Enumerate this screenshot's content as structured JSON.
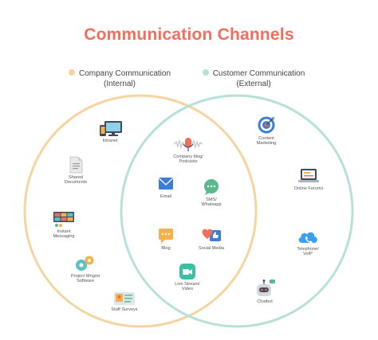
{
  "title": "Communication Channels",
  "colors": {
    "title": "#ef6f5c",
    "internal": "#f6d4a0",
    "external": "#b6e1d8"
  },
  "legend": {
    "internal": {
      "label": "Company Communication",
      "sublabel": "(Internal)"
    },
    "external": {
      "label": "Customer Communication",
      "sublabel": "(External)"
    }
  },
  "nodes": {
    "intranet": {
      "line1": "Intranet",
      "icon": "monitor-phone-icon"
    },
    "shared_documents": {
      "line1": "Shared",
      "line2": "Documents",
      "icon": "document-icon"
    },
    "instant_messaging": {
      "line1": "Instant",
      "line2": "Messaging",
      "icon": "chat-grid-icon"
    },
    "project_mgmt": {
      "line1": "Project Mngmt",
      "line2": "Software",
      "icon": "gears-icon"
    },
    "staff_surveys": {
      "line1": "Staff Surveys",
      "icon": "checklist-icon"
    },
    "company_blog": {
      "line1": "Company blog/",
      "line2": "Podcasts",
      "icon": "microphone-icon"
    },
    "email": {
      "line1": "Email",
      "icon": "envelope-icon"
    },
    "sms": {
      "line1": "SMS/",
      "line2": "Whatsapp",
      "icon": "speech-bubble-icon"
    },
    "blog": {
      "line1": "Blog",
      "icon": "comment-icon"
    },
    "social_media": {
      "line1": "Social Media",
      "icon": "like-heart-icon"
    },
    "live_stream": {
      "line1": "Live Stream/",
      "line2": "Video",
      "icon": "video-icon"
    },
    "content_marketing": {
      "line1": "Content",
      "line2": "Marketing",
      "icon": "target-icon"
    },
    "online_forums": {
      "line1": "Online Forums",
      "icon": "laptop-icon"
    },
    "telephone": {
      "line1": "Telephone/",
      "line2": "VoIP",
      "icon": "cloud-phone-icon"
    },
    "chatbot": {
      "line1": "Chatbot",
      "icon": "robot-icon"
    }
  }
}
